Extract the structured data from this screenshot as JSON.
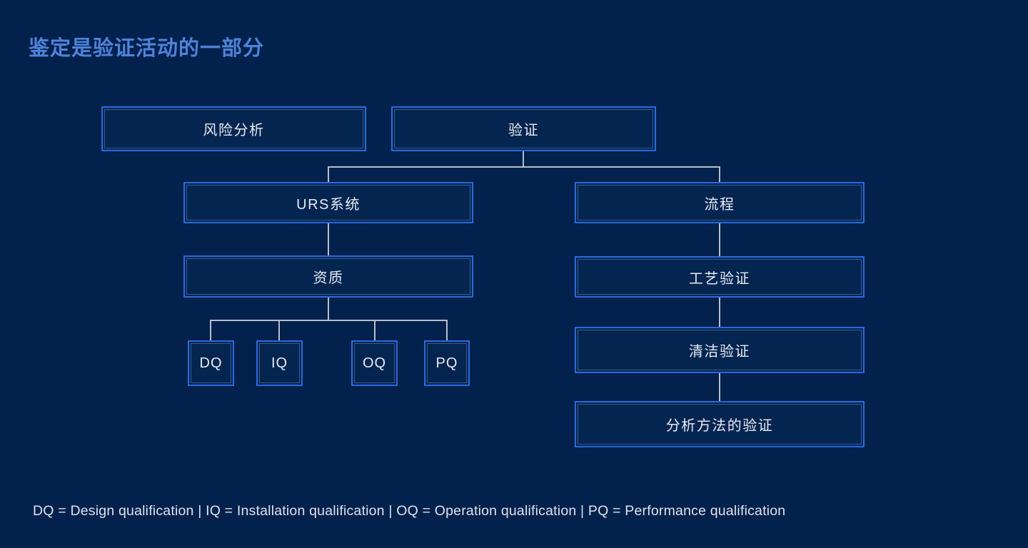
{
  "title": "鉴定是验证活动的一部分",
  "diagram": {
    "boxes": {
      "risk_analysis": "风险分析",
      "validation": "验证",
      "urs_system": "URS系统",
      "process": "流程",
      "qualification": "资质",
      "dq": "DQ",
      "iq": "IQ",
      "oq": "OQ",
      "pq": "PQ",
      "process_validation": "工艺验证",
      "cleaning_validation": "清洁验证",
      "analytical_method_validation": "分析方法的验证"
    }
  },
  "footer": "DQ = Design qualification | IQ = Installation qualification | OQ = Operation qualification | PQ = Performance qualification",
  "colors": {
    "background": "#02214d",
    "box_border": "#2b69dd",
    "box_inner_stroke": "#7daaf5",
    "box_fill": "#052551",
    "connector": "#b7bec9",
    "title_text": "#4e83d8",
    "box_text": "#e6eaf1",
    "footer_text": "#dde2eb"
  }
}
